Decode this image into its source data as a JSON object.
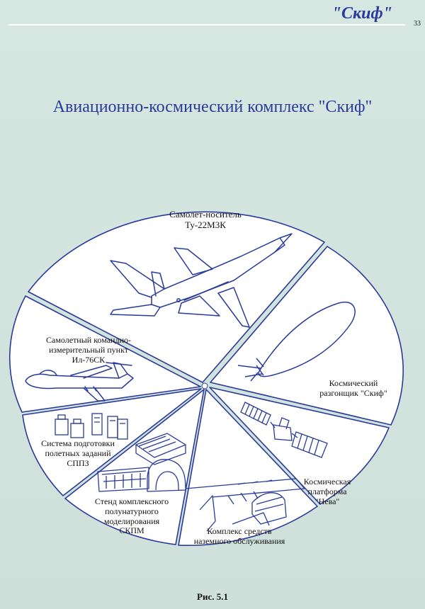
{
  "header": {
    "title": "\"Скиф\"",
    "page_number": "33"
  },
  "main_title": "Авиационно-космический комплекс \"Скиф\"",
  "sectors": {
    "carrier": {
      "line1": "Самолет-носитель",
      "line2": "Ту-22М3К"
    },
    "booster": {
      "line1": "Космический",
      "line2": "разгонщик \"Скиф\""
    },
    "platform": {
      "line1": "Космическая",
      "line2": "платформа",
      "line3": "\"Нева\""
    },
    "ground": {
      "line1": "Комплекс средств",
      "line2": "наземного обслуживания"
    },
    "stand": {
      "line1": "Стенд комплексного",
      "line2": "полунатурного",
      "line3": "моделирования",
      "line4": "СКПМ"
    },
    "system": {
      "line1": "Система подготовки",
      "line2": "полетных заданий",
      "line3": "СППЗ"
    },
    "command": {
      "line1": "Самолетный командно-",
      "line2": "измерительный пункт",
      "line3": "Ил-76СК"
    }
  },
  "caption": "Рис. 5.1",
  "colors": {
    "ink": "#2a3a9a",
    "sector_fill": "#ffffff",
    "background": "#d4e4de"
  }
}
